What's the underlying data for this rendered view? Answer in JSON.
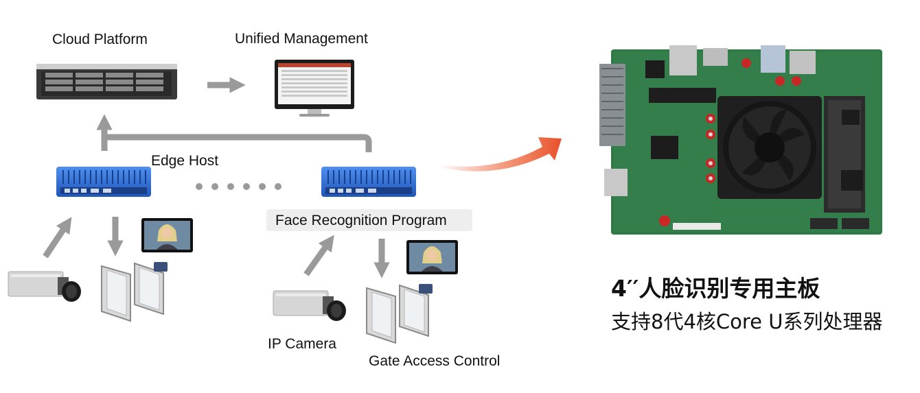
{
  "labels": {
    "cloud_platform": "Cloud Platform",
    "unified_management": "Unified Management",
    "edge_host": "Edge Host",
    "face_recognition": "Face Recognition Program",
    "ip_camera": "IP Camera",
    "gate_access": "Gate Access Control"
  },
  "product": {
    "title": "4′′人脸识别专用主板",
    "subtitle": "支持8代4核Core U系列处理器"
  },
  "colors": {
    "arrow_gray": "#9a9a9a",
    "edge_blue": "#2f6fd6",
    "accent_orange": "#e8502a",
    "pcb_green": "#2f7a45",
    "face_box_bg": "#eeeeee"
  }
}
